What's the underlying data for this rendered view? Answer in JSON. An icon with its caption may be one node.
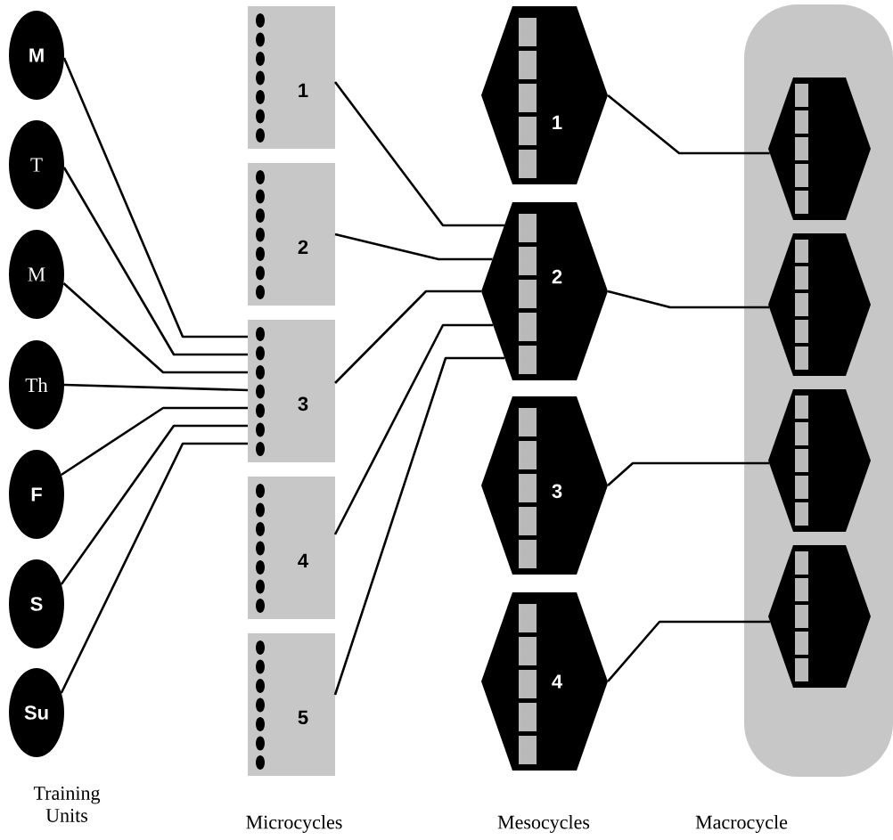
{
  "diagram": {
    "nodes": [
      {
        "text": [
          "M"
        ]
      },
      {
        "text": [
          "T"
        ]
      },
      {
        "text": [
          "M"
        ]
      },
      {
        "text": [
          "Th"
        ]
      },
      {
        "text": [
          "F"
        ]
      },
      {
        "text": [
          "S"
        ]
      },
      {
        "text": [
          "Su"
        ]
      },
      {
        "text": [
          "1"
        ]
      },
      {
        "text": [
          "2"
        ]
      },
      {
        "text": [
          "3"
        ]
      },
      {
        "text": [
          "4"
        ]
      },
      {
        "text": [
          "5"
        ]
      },
      {
        "text": [
          "1"
        ]
      },
      {
        "text": [
          "2"
        ]
      },
      {
        "text": [
          "3"
        ]
      },
      {
        "text": [
          "4"
        ]
      },
      {
        "text": [],
        "shape": "box"
      },
      {
        "text": [],
        "shape": "hexagon",
        "in": 16
      },
      {
        "text": [],
        "shape": "hexagon",
        "in": 16
      },
      {
        "text": [],
        "shape": "hexagon",
        "in": 16
      },
      {
        "text": [],
        "shape": "hexagon",
        "in": 16
      }
    ],
    "edges": [
      {
        "from": 0,
        "to": 9,
        "arrow": "none"
      },
      {
        "from": 1,
        "to": 9,
        "arrow": "none"
      },
      {
        "from": 2,
        "to": 9,
        "arrow": "none"
      },
      {
        "from": 3,
        "to": 9,
        "arrow": "none"
      },
      {
        "from": 4,
        "to": 9,
        "arrow": "none"
      },
      {
        "from": 5,
        "to": 9,
        "arrow": "none"
      },
      {
        "from": 6,
        "to": 9,
        "arrow": "none"
      },
      {
        "from": 7,
        "to": 13,
        "arrow": "none"
      },
      {
        "from": 8,
        "to": 13,
        "arrow": "none"
      },
      {
        "from": 9,
        "to": 13,
        "arrow": "none"
      },
      {
        "from": 10,
        "to": 13,
        "arrow": "none"
      },
      {
        "from": 11,
        "to": 13,
        "arrow": "none"
      },
      {
        "from": 12,
        "to": 17,
        "arrow": "none"
      },
      {
        "from": 13,
        "to": 18,
        "arrow": "none"
      },
      {
        "from": 14,
        "to": 19,
        "arrow": "none"
      },
      {
        "from": 15,
        "to": 20,
        "arrow": "none"
      }
    ],
    "labels": [
      "Training Units",
      "Microcycles",
      "Mesocycles",
      "Macrocycle"
    ]
  }
}
